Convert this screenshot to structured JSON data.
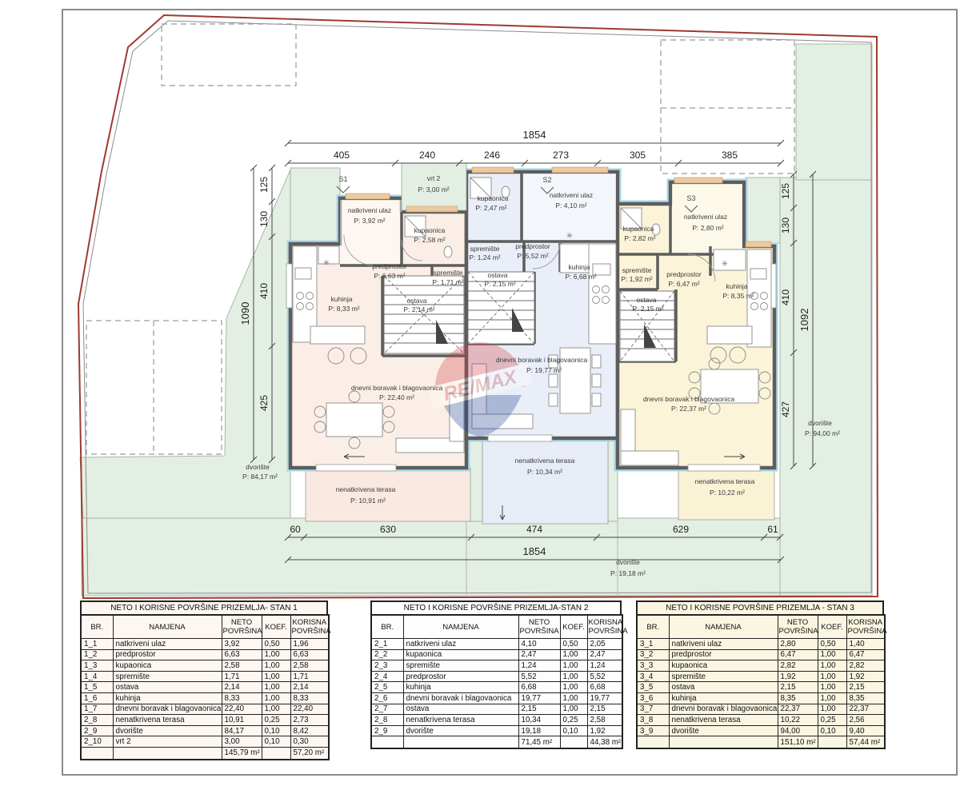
{
  "plan": {
    "watermark": "RE/MAX",
    "markers": {
      "s1": "S1",
      "s2": "S2",
      "s3": "S3"
    },
    "site": {
      "dvoriste_left": {
        "name": "dvorište",
        "area": "P: 84,17 m²"
      },
      "dvoriste_right": {
        "name": "dvorište",
        "area": "P: 94,00 m²"
      },
      "dvoriste_bottom": {
        "name": "dvorište",
        "area": "P: 19,18 m²"
      },
      "vrt": {
        "name": "vrt 2",
        "area": "P: 3,00 m²"
      }
    },
    "units": {
      "stan1": {
        "natkriveni": {
          "name": "natkriveni ulaz",
          "area": "P: 3,92 m²"
        },
        "kupaonica": {
          "name": "kupaonica",
          "area": "P: 2,58 m²"
        },
        "predprostor": {
          "name": "predprostor",
          "area": "P: 6,63 m²"
        },
        "spremiste": {
          "name": "spremište",
          "area": "P: 1,71 m²"
        },
        "ostava": {
          "name": "ostava",
          "area": "P: 2,14 m²"
        },
        "kuhinja": {
          "name": "kuhinja",
          "area": "P: 8,33 m²"
        },
        "dnevni": {
          "name": "dnevni boravak i blagovaonica",
          "area": "P: 22,40 m²"
        },
        "terasa": {
          "name": "nenatkrivena terasa",
          "area": "P: 10,91 m²"
        }
      },
      "stan2": {
        "natkriveni": {
          "name": "natkriveni ulaz",
          "area": "P: 4,10 m²"
        },
        "kupaonica": {
          "name": "kupaonica",
          "area": "P: 2,47 m²"
        },
        "spremiste": {
          "name": "spremište",
          "area": "P: 1,24 m²"
        },
        "predprostor": {
          "name": "predprostor",
          "area": "P: 5,52 m²"
        },
        "kuhinja": {
          "name": "kuhinja",
          "area": "P: 6,68 m²"
        },
        "ostava": {
          "name": "ostava",
          "area": "P: 2,15 m²"
        },
        "dnevni": {
          "name": "dnevni boravak i blagovaonica",
          "area": "P: 19,77 m²"
        },
        "terasa": {
          "name": "nenatkrivena terasa",
          "area": "P: 10,34 m²"
        }
      },
      "stan3": {
        "natkriveni": {
          "name": "natkriveni ulaz",
          "area": "P: 2,80 m²"
        },
        "kupaonica": {
          "name": "kupaonica",
          "area": "P: 2,82 m²"
        },
        "spremiste": {
          "name": "spremište",
          "area": "P: 1,92 m²"
        },
        "predprostor": {
          "name": "predprostor",
          "area": "P: 6,47 m²"
        },
        "kuhinja": {
          "name": "kuhinja",
          "area": "P: 8,35 m²"
        },
        "ostava": {
          "name": "ostava",
          "area": "P: 2,15 m²"
        },
        "dnevni": {
          "name": "dnevni boravak i blagovaonica",
          "area": "P: 22,37 m²"
        },
        "terasa": {
          "name": "nenatkrivena terasa",
          "area": "P: 10,22 m²"
        }
      }
    },
    "dims": {
      "top_total": "1854",
      "top": [
        "405",
        "240",
        "246",
        "273",
        "305",
        "385"
      ],
      "bottom": [
        "60",
        "630",
        "474",
        "629",
        "61"
      ],
      "bottom_total": "1854",
      "left": [
        "125",
        "130",
        "410",
        "425"
      ],
      "left_total": "1090",
      "right": [
        "125",
        "130",
        "410",
        "427"
      ],
      "right_total": "1092"
    },
    "colors": {
      "site_green": "#e3efe3",
      "unit1_fill": "#fbeee6",
      "unit2_fill": "#e9eef8",
      "unit3_fill": "#fbf4d8",
      "boundary_red": "#9e3a2f",
      "wall_gray": "#5d5d5d",
      "insulation_blue": "#a9d7e8"
    }
  },
  "tables": [
    {
      "title": "NETO I KORISNE POVRŠINE PRIZEMLJA- STAN 1",
      "headers": {
        "br": "BR.",
        "namjena": "NAMJENA",
        "neto": "NETO POVRŠINA",
        "koef": "KOEF.",
        "korisna": "KORISNA POVRŠINA"
      },
      "rows": [
        [
          "1_1",
          "natkriveni ulaz",
          "3,92",
          "0,50",
          "1,96"
        ],
        [
          "1_2",
          "predprostor",
          "6,63",
          "1,00",
          "6,63"
        ],
        [
          "1_3",
          "kupaonica",
          "2,58",
          "1,00",
          "2,58"
        ],
        [
          "1_4",
          "spremište",
          "1,71",
          "1,00",
          "1,71"
        ],
        [
          "1_5",
          "ostava",
          "2,14",
          "1,00",
          "2,14"
        ],
        [
          "1_6",
          "kuhinja",
          "8,33",
          "1,00",
          "8,33"
        ],
        [
          "1_7",
          "dnevni boravak i blagovaonica",
          "22,40",
          "1,00",
          "22,40"
        ],
        [
          "2_8",
          "nenatkrivena terasa",
          "10,91",
          "0,25",
          "2,73"
        ],
        [
          "2_9",
          "dvorište",
          "84,17",
          "0,10",
          "8,42"
        ],
        [
          "2_10",
          "vrt 2",
          "3,00",
          "0,10",
          "0,30"
        ]
      ],
      "total_neto": "145,79 m²",
      "total_korisna": "57,20 m²"
    },
    {
      "title": "NETO I KORISNE POVRŠINE PRIZEMLJA-STAN 2",
      "headers": {
        "br": "BR.",
        "namjena": "NAMJENA",
        "neto": "NETO POVRŠINA",
        "koef": "KOEF.",
        "korisna": "KORISNA POVRŠINA"
      },
      "rows": [
        [
          "2_1",
          "natkriveni ulaz",
          "4,10",
          "0,50",
          "2,05"
        ],
        [
          "2_2",
          "kupaonica",
          "2,47",
          "1,00",
          "2,47"
        ],
        [
          "2_3",
          "spremište",
          "1,24",
          "1,00",
          "1,24"
        ],
        [
          "2_4",
          "predprostor",
          "5,52",
          "1,00",
          "5,52"
        ],
        [
          "2_5",
          "kuhinja",
          "6,68",
          "1,00",
          "6,68"
        ],
        [
          "2_6",
          "dnevni boravak i blagovaonica",
          "19,77",
          "1,00",
          "19,77"
        ],
        [
          "2_7",
          "ostava",
          "2,15",
          "1,00",
          "2,15"
        ],
        [
          "2_8",
          "nenatkrivena terasa",
          "10,34",
          "0,25",
          "2,58"
        ],
        [
          "2_9",
          "dvorište",
          "19,18",
          "0,10",
          "1,92"
        ]
      ],
      "total_neto": "71,45 m²",
      "total_korisna": "44,38 m²"
    },
    {
      "title": "NETO I KORISNE POVRŠINE PRIZEMLJA - STAN 3",
      "headers": {
        "br": "BR.",
        "namjena": "NAMJENA",
        "neto": "NETO POVRŠINA",
        "koef": "KOEF.",
        "korisna": "KORISNA POVRŠINA"
      },
      "rows": [
        [
          "3_1",
          "natkriveni ulaz",
          "2,80",
          "0,50",
          "1,40"
        ],
        [
          "3_2",
          "predprostor",
          "6,47",
          "1,00",
          "6,47"
        ],
        [
          "3_3",
          "kupaonica",
          "2,82",
          "1,00",
          "2,82"
        ],
        [
          "3_4",
          "spremište",
          "1,92",
          "1,00",
          "1,92"
        ],
        [
          "3_5",
          "ostava",
          "2,15",
          "1,00",
          "2,15"
        ],
        [
          "3_6",
          "kuhinja",
          "8,35",
          "1,00",
          "8,35"
        ],
        [
          "3_7",
          "dnevni boravak i blagovaonica",
          "22,37",
          "1,00",
          "22,37"
        ],
        [
          "3_8",
          "nenatkrivena terasa",
          "10,22",
          "0,25",
          "2,56"
        ],
        [
          "3_9",
          "dvorište",
          "94,00",
          "0,10",
          "9,40"
        ]
      ],
      "total_neto": "151,10 m²",
      "total_korisna": "57,44 m²"
    }
  ]
}
